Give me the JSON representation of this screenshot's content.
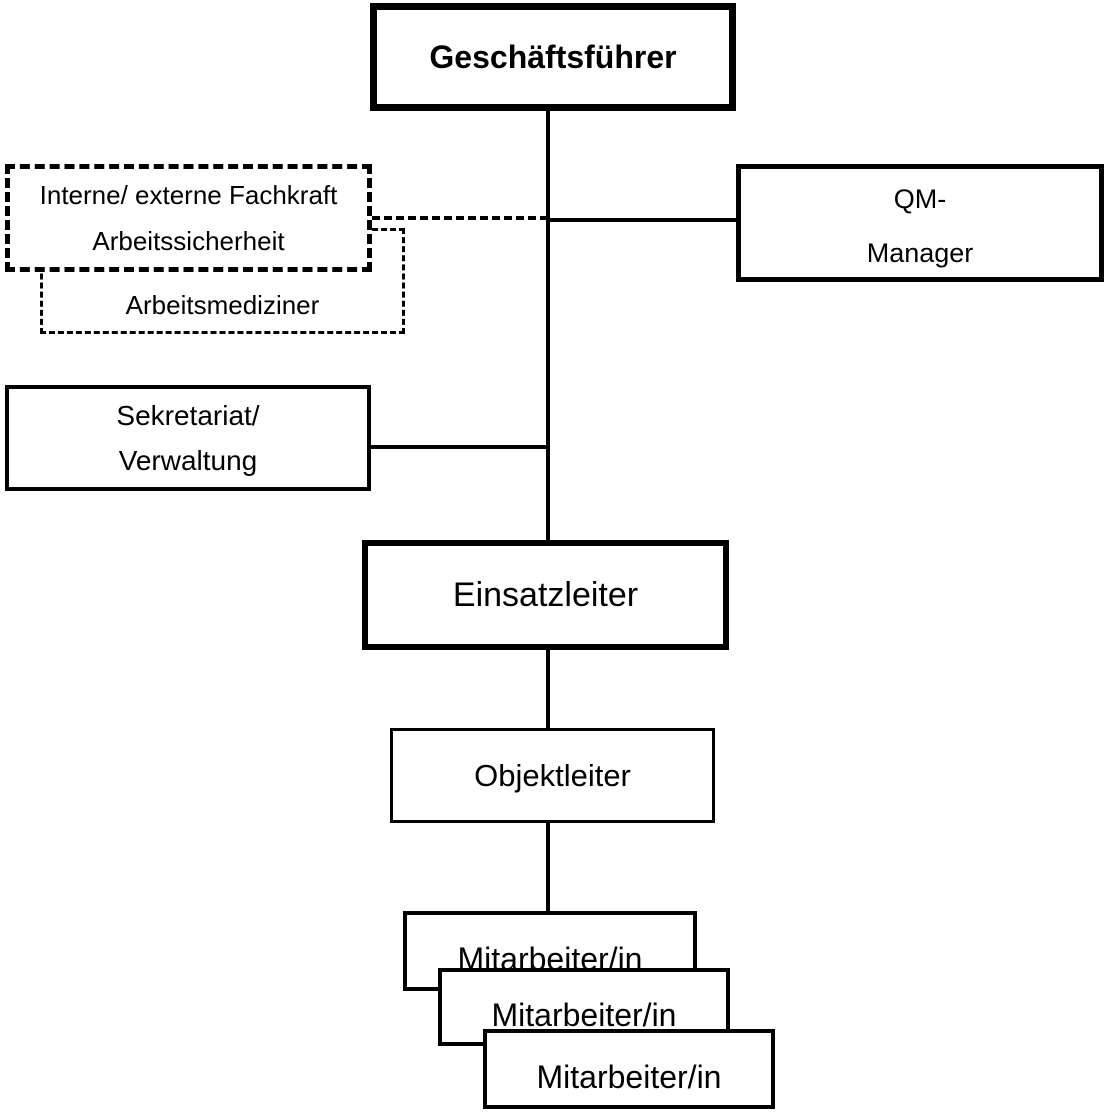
{
  "diagram": {
    "type": "org-chart",
    "colors": {
      "background": "#ffffff",
      "line": "#000000",
      "box_fill": "#ffffff"
    },
    "nodes": {
      "geschaeftsfuehrer": {
        "label": "Geschäftsführer"
      },
      "fachkraft": {
        "line1": "Interne/ externe Fachkraft",
        "line2": "Arbeitssicherheit",
        "border_style": "dashed"
      },
      "arbeitsmediziner": {
        "label": "Arbeitsmediziner",
        "border_style": "dashed"
      },
      "qm_manager": {
        "line1": "QM-",
        "line2": "Manager"
      },
      "sekretariat": {
        "line1": "Sekretariat/",
        "line2": "Verwaltung"
      },
      "einsatzleiter": {
        "label": "Einsatzleiter"
      },
      "objektleiter": {
        "label": "Objektleiter"
      },
      "mitarbeiter_1": {
        "label": "Mitarbeiter/in"
      },
      "mitarbeiter_2": {
        "label": "Mitarbeiter/in"
      },
      "mitarbeiter_3": {
        "label": "Mitarbeiter/in"
      }
    }
  }
}
